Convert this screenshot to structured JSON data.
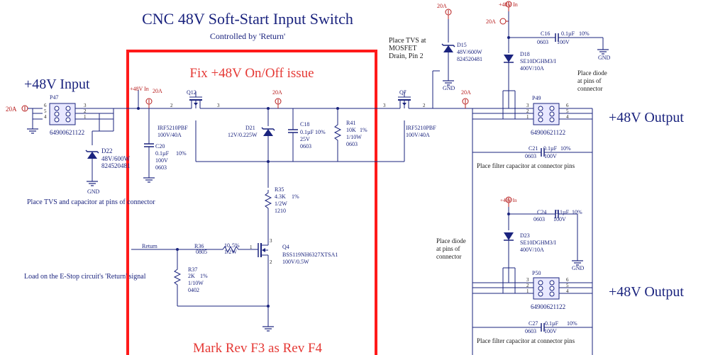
{
  "title": "CNC 48V Soft-Start Input Switch",
  "subtitle": "Controlled by 'Return'",
  "colors": {
    "wire": "#1a237e",
    "component": "#1a237e",
    "label_text": "#1a237e",
    "net_red": "#b71c1c",
    "annotation_red": "#e53935",
    "box_red": "#ff1a1a",
    "pin_number": "#1a1a1a",
    "connector_fill": "#e8e8ff"
  },
  "icons": {
    "power_net": "circle-arrow",
    "ground": "ground-symbol",
    "tvs": "zener-diode",
    "mosfet": "p-mosfet"
  },
  "headings": {
    "input": "+48V Input",
    "output1": "+48V Output",
    "output2": "+48V Output"
  },
  "annotations": {
    "fix": "Fix +48V On/Off issue",
    "mark_rev": "Mark Rev F3 as Rev F4",
    "tvs_note_1": "Place TVS at",
    "tvs_note_2": "MOSFET",
    "tvs_note_3": "Drain, Pin 2",
    "place_tvs_cap": "Place TVS and capacitor at pins of connector",
    "estop_load": "Load on the E-Stop circuit's 'Return' signal",
    "diode_note_r1": "Place diode",
    "diode_note_r2": "at pins of",
    "diode_note_r3": "connector",
    "diode_note_l1": "Place diode",
    "diode_note_l2": "at pins of",
    "diode_note_l3": "connector",
    "filter_note_1": "Place filter capacitor at connector pins",
    "filter_note_2": "Place filter capacitor at connector pins"
  },
  "nets": {
    "n20a_in": "20A",
    "n20a_q12": "20A",
    "n20a_mid": "20A",
    "n20a_out": "20A",
    "n20a_top": "20A",
    "n20a_d18": "20A",
    "v48_in": "+48V In",
    "v48_top": "+48V In",
    "v48_d23": "+48V In",
    "return": "Return"
  },
  "components": {
    "p47": {
      "ref": "P47",
      "part": "64900621122"
    },
    "d22": {
      "ref": "D22",
      "v1": "48V/600W",
      "v2": "824520481"
    },
    "c20": {
      "ref": "C20",
      "v1": "0.1µF",
      "v2": "10%",
      "v3": "100V",
      "v4": "0603"
    },
    "q12": {
      "ref": "Q12",
      "v1": "IRF5210PBF",
      "v2": "100V/40A"
    },
    "d21": {
      "ref": "D21",
      "v1": "12V/0.225W"
    },
    "c18": {
      "ref": "C18",
      "v1": "0.1µF 10%",
      "v2": "25V",
      "v3": "0603"
    },
    "r41": {
      "ref": "R41",
      "v1": "10K",
      "v2": "1%",
      "v3": "1/10W",
      "v4": "0603"
    },
    "q7": {
      "ref": "Q7",
      "v1": "IRF5210PBF",
      "v2": "100V/40A"
    },
    "d15": {
      "ref": "D15",
      "v1": "48V/600W",
      "v2": "824520481"
    },
    "r35": {
      "ref": "R35",
      "v1": "4.3K",
      "v2": "1%",
      "v3": "1/2W",
      "v4": "1210"
    },
    "r36": {
      "ref": "R36",
      "v1": "10",
      "v2": "5%",
      "v3": "0805",
      "v4": "1/2W"
    },
    "q4": {
      "ref": "Q4",
      "v1": "BSS119NH6327XTSA1",
      "v2": "100V/0.5W"
    },
    "r37": {
      "ref": "R37",
      "v1": "2K",
      "v2": "1%",
      "v3": "1/10W",
      "v4": "0402"
    },
    "c16": {
      "ref": "C16",
      "v1": "0.1µF",
      "v2": "10%",
      "v3": "0603",
      "v4": "100V"
    },
    "d18": {
      "ref": "D18",
      "v1": "SE10DGHM3/I",
      "v2": "400V/10A"
    },
    "p49": {
      "ref": "P49",
      "part": "64900621122"
    },
    "c21": {
      "ref": "C21",
      "v1": "0.1µF",
      "v2": "10%",
      "v3": "0603",
      "v4": "100V"
    },
    "c24": {
      "ref": "C24",
      "v1": "0.1µF",
      "v2": "10%",
      "v3": "0603",
      "v4": "100V"
    },
    "d23": {
      "ref": "D23",
      "v1": "SE10DGHM3/I",
      "v2": "400V/10A"
    },
    "p50": {
      "ref": "P50",
      "part": "64900621122"
    },
    "c27": {
      "ref": "C27",
      "v1": "0.1µF",
      "v2": "10%",
      "v3": "0603",
      "v4": "100V"
    }
  },
  "gnd": {
    "g1": "GND",
    "g2": "GND",
    "g3": "GND",
    "g4": "GND"
  },
  "pins": {
    "p1": "1",
    "p2": "2",
    "p3": "3",
    "p4": "4",
    "p5": "5",
    "p6": "6"
  }
}
